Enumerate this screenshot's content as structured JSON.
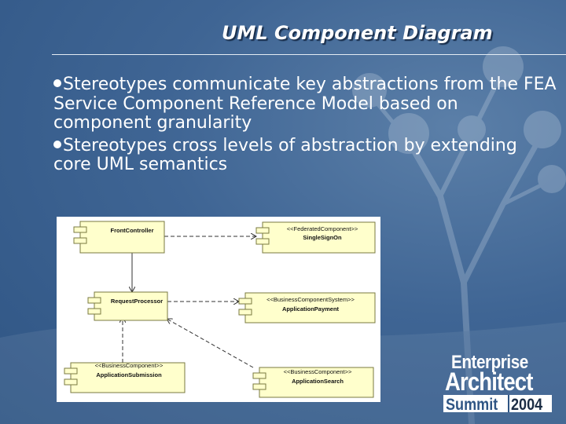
{
  "slide": {
    "title": "UML Component Diagram",
    "bullets": [
      "Stereotypes communicate key abstractions from the FEA Service Component Reference  Model based on component granularity",
      "Stereotypes cross levels of abstraction by extending core UML semantics"
    ]
  },
  "diagram": {
    "components": [
      {
        "stereotype": "",
        "name": "FrontController"
      },
      {
        "stereotype": "<<FederatedComponent>>",
        "name": "SingleSignOn"
      },
      {
        "stereotype": "",
        "name": "RequestProcessor"
      },
      {
        "stereotype": "<<BusinessComponentSystem>>",
        "name": "ApplicationPayment"
      },
      {
        "stereotype": "<<BusinessComponent>>",
        "name": "ApplicationSubmission"
      },
      {
        "stereotype": "<<BusinessComponent>>",
        "name": "ApplicationSearch"
      }
    ]
  },
  "logo": {
    "line1": "Enterprise",
    "line2": "Architect",
    "line3a": "Summit",
    "line3b": "2004"
  },
  "colors": {
    "background": "#3f6594",
    "component_fill": "#ffffcc",
    "component_stroke": "#7a7a40"
  }
}
